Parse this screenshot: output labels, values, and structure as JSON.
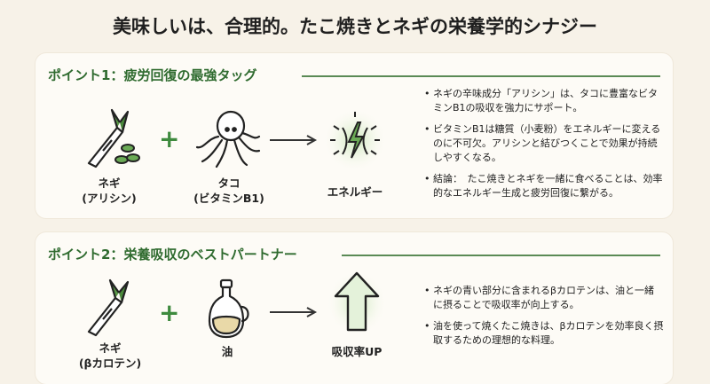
{
  "title": "美味しいは、合理的。たこ焼きとネギの栄養学的シナジー",
  "point1": {
    "heading": "ポイント1：疲労回復の最強タッグ",
    "item1": {
      "line1": "ネギ",
      "line2": "(アリシン)"
    },
    "item2": {
      "line1": "タコ",
      "line2": "(ビタミンB1)"
    },
    "result": "エネルギー",
    "notes": [
      "ネギの辛味成分「アリシン」は、タコに豊富なビタミンB1の吸収を強力にサポート。",
      "ビタミンB1は糖質（小麦粉）をエネルギーに変えるのに不可欠。アリシンと結びつくことで効果が持続しやすくなる。",
      "結論：　たこ焼きとネギを一緒に食べることは、効率的なエネルギー生成と疲労回復に繋がる。"
    ]
  },
  "point2": {
    "heading": "ポイント2：栄養吸収のベストパートナー",
    "item1": {
      "line1": "ネギ",
      "line2": "(βカロテン)"
    },
    "item2": {
      "line1": "油"
    },
    "result": "吸収率UP",
    "notes": [
      "ネギの青い部分に含まれるβカロテンは、油と一緒に摂ることで吸収率が向上する。",
      "油を使って焼くたこ焼きは、βカロテンを効率良く摂取するための理想的な料理。"
    ]
  },
  "icons": [
    "leek-icon",
    "octopus-icon",
    "energy-bolt-icon",
    "oil-bottle-icon",
    "up-arrow-icon"
  ],
  "colors": {
    "accent": "#2f6b2f",
    "plus": "#3e8a3e",
    "background": "#f7f2e8"
  }
}
